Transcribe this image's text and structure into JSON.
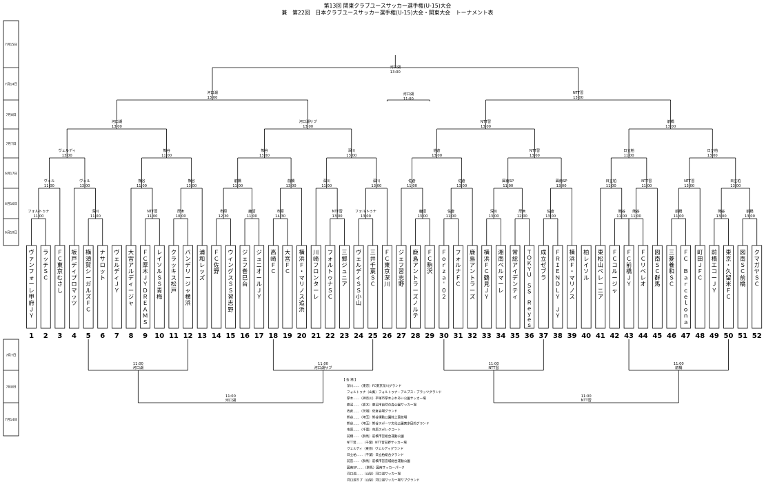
{
  "header": {
    "line1": "第13回 関東クラブユースサッカー選手権(U-15)大会",
    "line2": "兼　第22回　日本クラブユースサッカー選手権(U-15)大会・関東大会　トーナメント表"
  },
  "left_dates": [
    "7月15日",
    "7月14日",
    "7月8日",
    "7月7日",
    "6月17日",
    "6月16日",
    "6月10日"
  ],
  "bottom_dates": [
    "7月7日",
    "7月8日",
    "7月14日"
  ],
  "teams": [
    {
      "no": "1",
      "name": "ヴァンフォーレ甲府ＪＹ"
    },
    {
      "no": "2",
      "name": "ラッチＳＣ"
    },
    {
      "no": "3",
      "name": "ＦＣ東京むさし"
    },
    {
      "no": "4",
      "name": "坂戸ディプロマッツ"
    },
    {
      "no": "5",
      "name": "横須賀シーガルズＦＣ"
    },
    {
      "no": "6",
      "name": "ナサロット"
    },
    {
      "no": "7",
      "name": "ヴェルディＪＹ"
    },
    {
      "no": "8",
      "name": "大宮アルディージャ"
    },
    {
      "no": "9",
      "name": "ＦＣ厚木ＪＹＤＲＥＡＭＳ"
    },
    {
      "no": "10",
      "name": "レイソルＳＳ青梅"
    },
    {
      "no": "11",
      "name": "クラッキス松戸"
    },
    {
      "no": "12",
      "name": "バンデリージャ横浜"
    },
    {
      "no": "13",
      "name": "浦和レッズ"
    },
    {
      "no": "14",
      "name": "ＦＣ佐野"
    },
    {
      "no": "15",
      "name": "ウィングスＳＳ習志野"
    },
    {
      "no": "16",
      "name": "ジェフ巻巳台"
    },
    {
      "no": "17",
      "name": "ジュニオールＪＹ"
    },
    {
      "no": "18",
      "name": "高崎ＦＣ"
    },
    {
      "no": "19",
      "name": "大宮ＦＣ"
    },
    {
      "no": "20",
      "name": "横浜Ｆ・マリノス追浜"
    },
    {
      "no": "21",
      "name": "川崎フロンターレ"
    },
    {
      "no": "22",
      "name": "フォルトゥナＳＣ"
    },
    {
      "no": "23",
      "name": "三郷ジュニア"
    },
    {
      "no": "24",
      "name": "ヴェルディＳＳ小山"
    },
    {
      "no": "25",
      "name": "三井千葉ＳＣ"
    },
    {
      "no": "26",
      "name": "ＦＣ東京深川"
    },
    {
      "no": "27",
      "name": "ジェフ習志野"
    },
    {
      "no": "28",
      "name": "鹿島アントラーズノルテ"
    },
    {
      "no": "29",
      "name": "ＦＣ駒沢"
    },
    {
      "no": "30",
      "name": "Ｆｏｒｚａ'０２"
    },
    {
      "no": "31",
      "name": "フォルナＦＣ"
    },
    {
      "no": "32",
      "name": "鹿島アントラーズ"
    },
    {
      "no": "33",
      "name": "横浜ＦＣ鶴見ＪＹ"
    },
    {
      "no": "34",
      "name": "湘南ベルマーレ"
    },
    {
      "no": "35",
      "name": "常総アイデンティ"
    },
    {
      "no": "36",
      "name": "ＴＯＫＹＵ　ＳＳ　Ｒｅｙｅｓ"
    },
    {
      "no": "37",
      "name": "成立ゼブラ"
    },
    {
      "no": "38",
      "name": "ＦＲＩＥＮＤＬＹ　ＪＹ"
    },
    {
      "no": "39",
      "name": "横浜Ｆ・マリノス"
    },
    {
      "no": "40",
      "name": "柏レイソル"
    },
    {
      "no": "41",
      "name": "東松山ペレーニア"
    },
    {
      "no": "42",
      "name": "ＦＣコルージャ"
    },
    {
      "no": "43",
      "name": "ＦＣ前橋ＪＹ"
    },
    {
      "no": "44",
      "name": "ＦＣリベレオ"
    },
    {
      "no": "45",
      "name": "図南ＳＣ群馬"
    },
    {
      "no": "46",
      "name": "三菱養和ＳＣ"
    },
    {
      "no": "47",
      "name": "ＦＣ　Ｂａｒｃｅｌｏｎａ"
    },
    {
      "no": "48",
      "name": "町田ＪＦＣ"
    },
    {
      "no": "49",
      "name": "前橋エコーＪＹ"
    },
    {
      "no": "50",
      "name": "東京・久留米ＦＣ"
    },
    {
      "no": "51",
      "name": "図南ＳＣ前橋"
    },
    {
      "no": "52",
      "name": "クマガヤＳＣ"
    }
  ],
  "matches": {
    "r1": [
      {
        "venue": "フォルトゥナ",
        "time": "11:00"
      },
      {
        "venue": "深川",
        "time": "11:00"
      },
      {
        "venue": "NTT習",
        "time": "11:00"
      },
      {
        "venue": "厚木",
        "time": "10:00"
      },
      {
        "venue": "市原",
        "time": "12:30"
      },
      {
        "venue": "鹿沼",
        "time": "11:00"
      },
      {
        "venue": "市原",
        "time": "14:30"
      },
      {
        "venue": "NTT習",
        "time": "13:00"
      },
      {
        "venue": "フォルトゥナ",
        "time": "13:00"
      },
      {
        "venue": "鹿沼",
        "time": "13:00"
      },
      {
        "venue": "佐倉",
        "time": "11:00"
      },
      {
        "venue": "深川",
        "time": "13:00"
      },
      {
        "venue": "厚木",
        "time": "12:00"
      },
      {
        "venue": "佐倉",
        "time": "13:00"
      },
      {
        "venue": "熊谷",
        "time": "11:00"
      },
      {
        "venue": "熊谷",
        "time": "11:00"
      },
      {
        "venue": "前橋",
        "time": "11:00"
      },
      {
        "venue": "熊谷",
        "time": "13:00"
      },
      {
        "venue": "前橋",
        "time": "13:00"
      },
      {
        "venue": "熊谷",
        "time": "13:00"
      }
    ],
    "r2": [
      {
        "venue": "ヴェル",
        "time": "11:00"
      },
      {
        "venue": "ヴェル",
        "time": "13:00"
      },
      {
        "venue": "熊谷",
        "time": "11:00"
      },
      {
        "venue": "熊谷",
        "time": "13:00"
      },
      {
        "venue": "前橋",
        "time": "11:00"
      },
      {
        "venue": "前橋",
        "time": "13:00"
      },
      {
        "venue": "深川",
        "time": "11:00"
      },
      {
        "venue": "深川",
        "time": "13:00"
      },
      {
        "venue": "佐倉",
        "time": "11:00"
      },
      {
        "venue": "佐倉",
        "time": "13:00"
      },
      {
        "venue": "図南SP",
        "time": "11:00"
      },
      {
        "venue": "図南SP",
        "time": "13:00"
      },
      {
        "venue": "日立柏",
        "time": "11:00"
      },
      {
        "venue": "NTT習",
        "time": "11:00"
      },
      {
        "venue": "NTT習",
        "time": "13:00"
      },
      {
        "venue": "日立柏",
        "time": "13:00"
      }
    ],
    "r3": [
      {
        "venue": "ヴェルディ",
        "time": "13:00"
      },
      {
        "venue": "熊谷",
        "time": "11:00"
      },
      {
        "venue": "熊谷",
        "time": "13:00"
      },
      {
        "venue": "深川",
        "time": "13:00"
      },
      {
        "venue": "佐倉",
        "time": "13:00"
      },
      {
        "venue": "NTT習",
        "time": "13:00"
      },
      {
        "venue": "日立柏",
        "time": "11:00"
      },
      {
        "venue": "日立柏",
        "time": "13:00"
      }
    ],
    "r4": [
      {
        "venue": "河口湖",
        "time": "13:00"
      },
      {
        "venue": "河口湖サブ",
        "time": "13:00"
      },
      {
        "venue": "NTT習",
        "time": "13:00"
      },
      {
        "venue": "前橋",
        "time": "13:00"
      }
    ],
    "r5": [
      {
        "venue": "河口湖",
        "time": "13:00"
      },
      {
        "venue": "NTT習",
        "time": "13:00"
      }
    ],
    "semi_extra": {
      "venue": "河口湖",
      "time": "11:00"
    },
    "final": {
      "venue": "河口湖",
      "time": "13:00"
    },
    "cons1": [
      {
        "time": "11:00",
        "venue": "河口湖"
      },
      {
        "time": "11:00",
        "venue": "河口湖サブ"
      },
      {
        "time": "11:00",
        "venue": "NTT習"
      },
      {
        "time": "11:00",
        "venue": "前橋"
      }
    ],
    "cons2": [
      {
        "time": "11:00",
        "venue": "河口湖"
      },
      {
        "time": "11:00",
        "venue": "NTT習"
      }
    ]
  },
  "legend": {
    "title": "【 会 場 】",
    "items": [
      "深川……（東京）FC東京深川グランド",
      "フォルトゥナ（山梨）フォルトゥナ・アルプス・ブラッツグランド",
      "厚木……（神奈川）平塚市厚木ふれあい公園サッカー場",
      "鹿沼……（栃木）鹿沼市自然の森公園サッカー場",
      "佐倉……（茨城）佐倉会場グランド",
      "熊谷……（埼玉）熊谷運動公園陸上競技場",
      "熊谷……（埼玉）熊谷スポーツ文化公園東多目的グランド",
      "市原……（千葉）市原スポレクコート",
      "前橋……（群馬）前橋市営総合運動公園",
      "NTT習……（千葉）NTT習志野サッカー場",
      "ヴェルディ（東京）ヴェルディグランド",
      "日立柏……（千葉）日立柏総合グランド",
      "前宮……（群馬）前橋市営宮城総合運動公園",
      "図南SP……（群馬）図南サッカーパーク",
      "河口湖……（山梨）河口湖サッカー場",
      "河口湖サブ（山梨）河口湖サッカー場サブグランド"
    ]
  }
}
